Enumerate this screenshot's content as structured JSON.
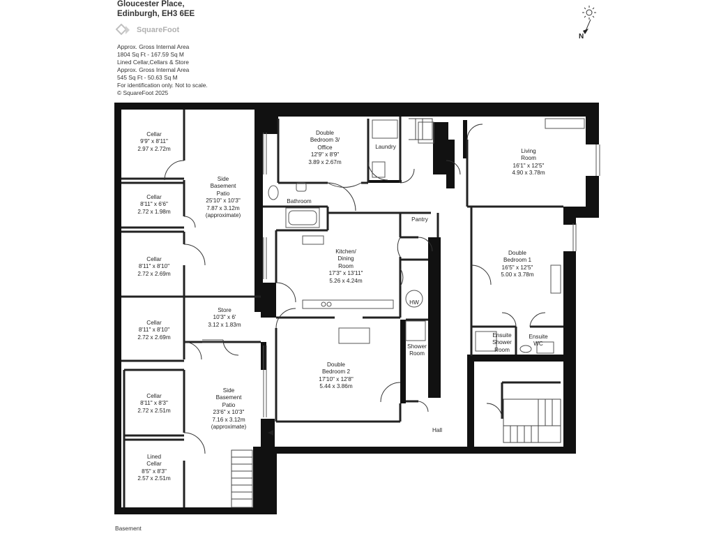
{
  "header": {
    "address_line1": "Gloucester Place,",
    "address_line2": "Edinburgh, EH3 6EE",
    "logo_text": "SquareFoot",
    "info_lines": [
      "Approx. Gross Internal Area",
      "1804 Sq Ft  -  167.59 Sq M",
      "Lined Cellar,Cellars & Store",
      "Approx. Gross Internal Area",
      "545 Sq Ft  -  50.63 Sq M",
      "For identification only. Not to scale.",
      "© SquareFoot 2025"
    ]
  },
  "compass": {
    "label": "N"
  },
  "floor_label": "Basement",
  "rooms": {
    "cellar1": [
      "Cellar",
      "9'9\" x 8'11\"",
      "2.97 x 2.72m"
    ],
    "cellar2": [
      "Cellar",
      "8'11\" x 6'6\"",
      "2.72 x 1.98m"
    ],
    "cellar3": [
      "Cellar",
      "8'11\" x 8'10\"",
      "2.72 x 2.69m"
    ],
    "cellar4": [
      "Cellar",
      "8'11\" x 8'10\"",
      "2.72 x 2.69m"
    ],
    "cellar5": [
      "Cellar",
      "8'11\" x 8'3\"",
      "2.72 x 2.51m"
    ],
    "lined_cellar": [
      "Lined",
      "Cellar",
      "8'5\" x 8'3\"",
      "2.57 x 2.51m"
    ],
    "patio1": [
      "Side",
      "Basement",
      "Patio",
      "25'10\" x 10'3\"",
      "7.87 x 3.12m",
      "(approximate)"
    ],
    "patio2": [
      "Side",
      "Basement",
      "Patio",
      "23'6\" x 10'3\"",
      "7.16 x 3.12m",
      "(approximate)"
    ],
    "store": [
      "Store",
      "10'3\" x 6'",
      "3.12 x 1.83m"
    ],
    "bedroom3": [
      "Double",
      "Bedroom 3/",
      "Office",
      "12'9\" x 8'9\"",
      "3.89 x 2.67m"
    ],
    "laundry": [
      "Laundry"
    ],
    "bathroom": [
      "Bathroom"
    ],
    "kitchen": [
      "Kitchen/",
      "Dining",
      "Room",
      "17'3\" x 13'11\"",
      "5.26 x 4.24m"
    ],
    "pantry": [
      "Pantry"
    ],
    "hw": [
      "HW"
    ],
    "living": [
      "Living",
      "Room",
      "16'1\" x 12'5\"",
      "4.90 x 3.78m"
    ],
    "bedroom1": [
      "Double",
      "Bedroom 1",
      "16'5\" x 12'5\"",
      "5.00 x 3.78m"
    ],
    "ensuite_shower": [
      "Ensuite",
      "Shower",
      "Room"
    ],
    "ensuite_wc": [
      "Ensuite",
      "WC"
    ],
    "bedroom2": [
      "Double",
      "Bedroom 2",
      "17'10\" x 12'8\"",
      "5.44 x 3.86m"
    ],
    "shower": [
      "Shower",
      "Room"
    ],
    "hall": [
      "Hall"
    ]
  }
}
